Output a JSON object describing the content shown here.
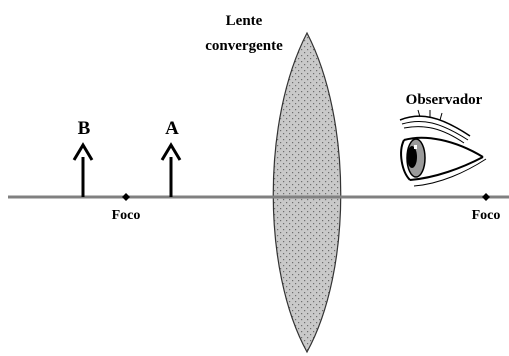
{
  "labels": {
    "lens_line1": "Lente",
    "lens_line2": "convergente",
    "observer": "Observador",
    "object_b": "B",
    "object_a": "A",
    "focus_left": "Foco",
    "focus_right": "Foco"
  },
  "colors": {
    "axis": "#808080",
    "lens_fill": "#c9c9c9",
    "lens_dots": "#6e6e6e",
    "ink": "#000000",
    "iris": "#9a9a9a"
  },
  "icons": {
    "observer": "eye-icon"
  }
}
